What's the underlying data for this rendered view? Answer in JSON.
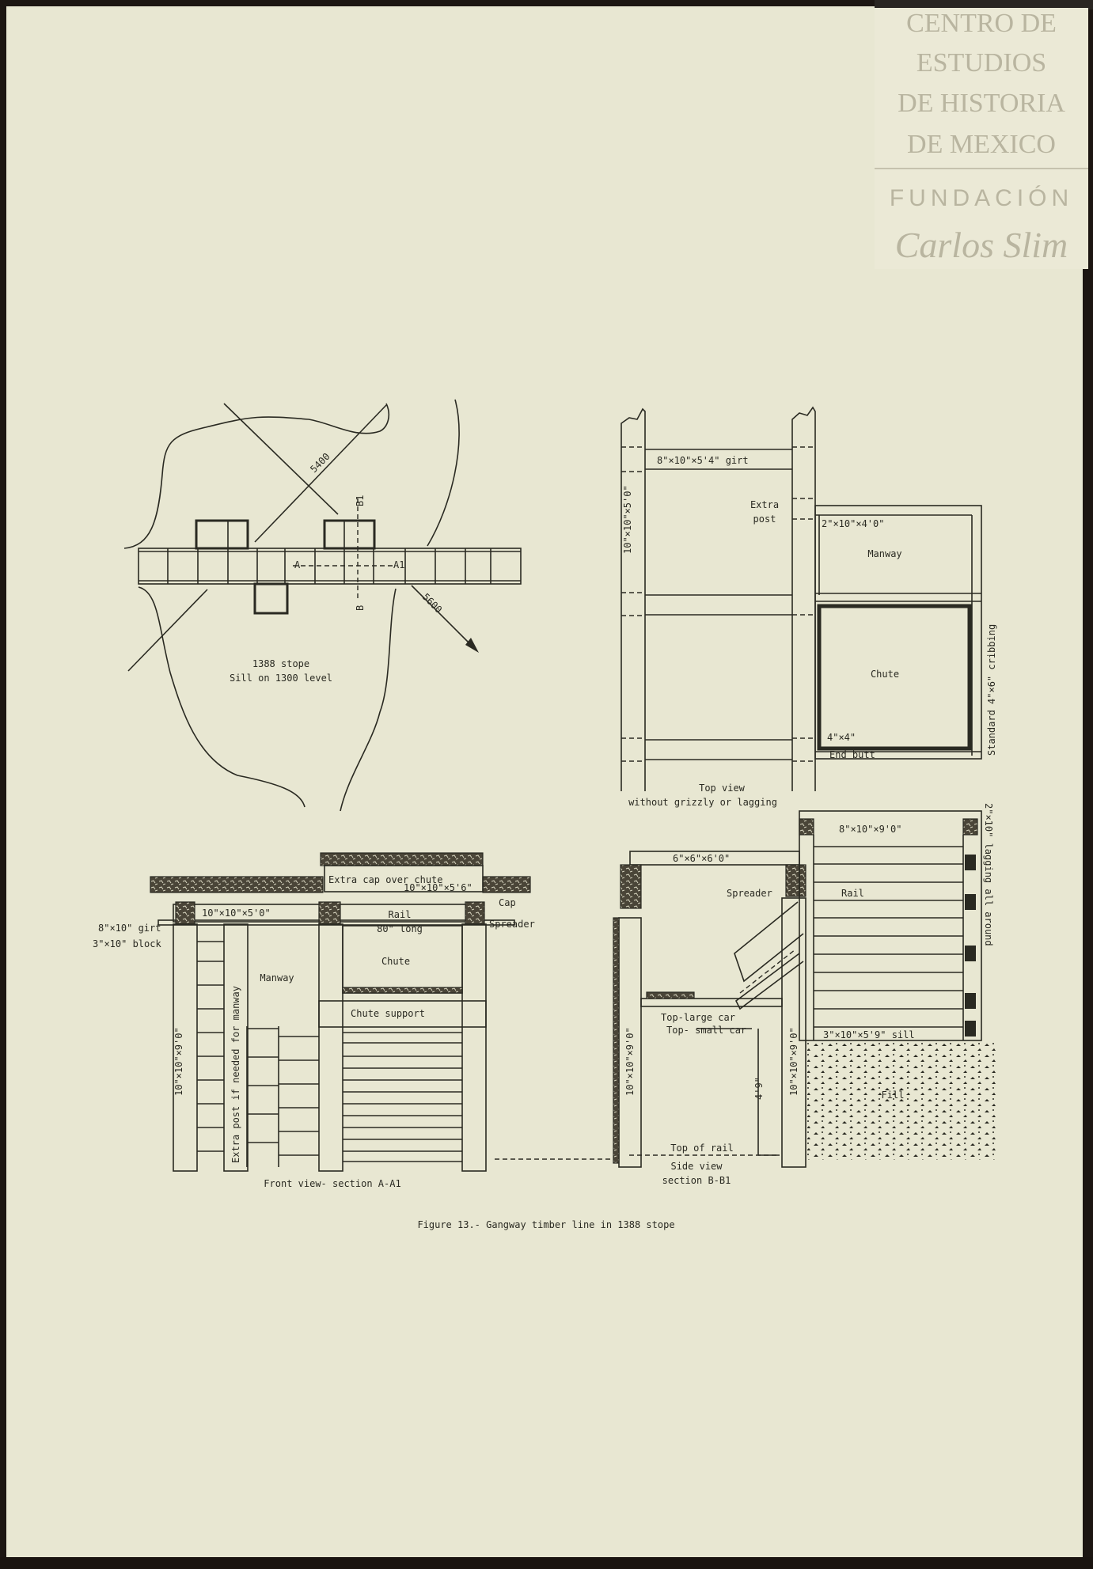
{
  "watermark": {
    "line1": "CENTRO DE",
    "line2": "ESTUDIOS",
    "line3": "DE HISTORIA",
    "line4": "DE MEXICO",
    "line5": "FUNDACIÓN",
    "signature": "Carlos Slim"
  },
  "plan_view": {
    "bearing_1": "5400",
    "bearing_2": "5600",
    "section_a": "A",
    "section_a1": "A1",
    "section_b": "B",
    "section_b1": "B1",
    "stope_label": "1388 stope",
    "level_label": "Sill on 1300 level"
  },
  "top_view": {
    "girt": "8\"×10\"×5'4\" girt",
    "post": "10\"×10\"×5'0\"",
    "extra_post_1": "Extra",
    "extra_post_2": "post",
    "plank": "2\"×10\"×4'0\"",
    "manway": "Manway",
    "chute": "Chute",
    "corner": "4\"×4\"",
    "end_butt": "End butt",
    "cribbing": "Standard 4\"×6\" cribbing",
    "caption_1": "Top view",
    "caption_2": "without grizzly or lagging"
  },
  "front_view": {
    "extra_cap": "Extra cap over chute",
    "extra_cap_size": "10\"×10\"×5'6\"",
    "cap_size": "10\"×10\"×5'0\"",
    "girt": "8\"×10\" girt",
    "block": "3\"×10\" block",
    "cap": "Cap",
    "spreader": "Spreader",
    "rail": "Rail",
    "rail_len": "80\" long",
    "chute": "Chute",
    "manway": "Manway",
    "chute_support": "Chute support",
    "post": "10\"×10\"×9'0\"",
    "extra_post": "Extra post if needed for manway",
    "caption": "Front view- section A-A1"
  },
  "side_view": {
    "cap": "6\"×6\"×6'0\"",
    "crib_cap": "8\"×10\"×9'0\"",
    "spreader": "Spreader",
    "rail": "Rail",
    "lagging": "2\"×10\" lagging all around",
    "large_car": "Top-large car",
    "small_car": "Top- small car",
    "sill": "3\"×10\"×5'9\" sill",
    "height": "4'9\"",
    "post_left": "10\"×10\"×9'0\"",
    "post_right": "10\"×10\"×9'0\"",
    "fill": "Fill",
    "top_rail": "Top of rail",
    "caption_1": "Side view",
    "caption_2": "section B-B1"
  },
  "figure_caption": "Figure 13.- Gangway timber line in 1388 stope"
}
